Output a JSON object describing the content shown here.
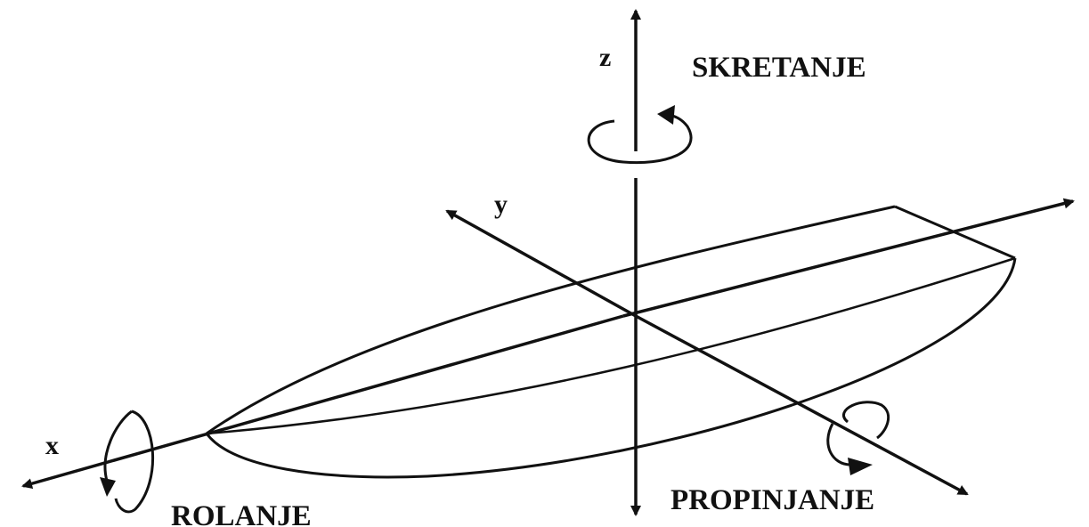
{
  "axes": {
    "x": "x",
    "y": "y",
    "z": "z"
  },
  "motions": {
    "yaw": "SKRETANJE",
    "roll": "ROLANJE",
    "pitch": "PROPINJANJE"
  },
  "colors": {
    "ink": "#111111",
    "background": "#ffffff"
  }
}
